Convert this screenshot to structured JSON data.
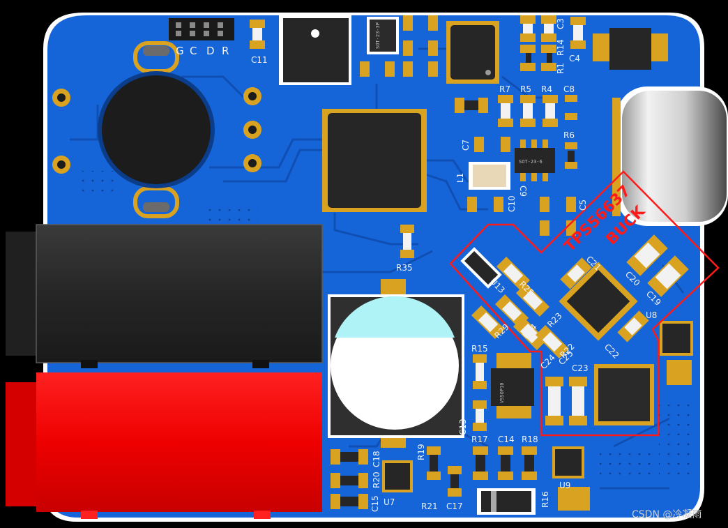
{
  "board": {
    "header_pins": [
      "G",
      "C",
      "D",
      "R"
    ],
    "ic_labels": {
      "sot23_top": "SOT-23-3P",
      "sot23_mid": "SOT-23-6",
      "vssop": "VSSOP10"
    },
    "buck_label_line1": "TPS56637",
    "buck_label_line2": "BUCK",
    "watermark": "CSDN @冷凝雨",
    "designators": {
      "C11": "C11",
      "C3": "C3",
      "R14": "R14",
      "R1": "R1",
      "C4": "C4",
      "R7": "R7",
      "R5": "R5",
      "R4": "R4",
      "C8": "C8",
      "R6": "R6",
      "C7": "C7",
      "L1": "L1",
      "C9": "C9",
      "C10": "C10",
      "C5": "C5",
      "R35": "R35",
      "C21": "C21",
      "C20": "C20",
      "C19": "C19",
      "U8": "U8",
      "U13": "U13",
      "R25": "R25",
      "R29": "R29",
      "R24": "R24",
      "R23": "R23",
      "R22": "R22",
      "C22": "C22",
      "C24": "C24",
      "C25": "C25",
      "C23": "C23",
      "R15": "R15",
      "C13": "C13",
      "R17": "R17",
      "C14": "C14",
      "R18": "R18",
      "R19": "R19",
      "R20": "R20",
      "C18": "C18",
      "C15": "C15",
      "U7": "U7",
      "R21": "R21",
      "C17": "C17",
      "R16": "R16",
      "U9": "U9"
    }
  },
  "colors": {
    "board_blue": "#1665d8",
    "copper_pad": "#d9a321",
    "silkscreen": "#ffffff",
    "annotation_red": "#ff1a1a",
    "chip_body": "#2b2b2b"
  }
}
